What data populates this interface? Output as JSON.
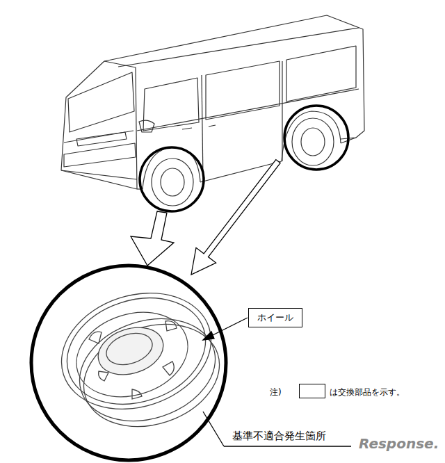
{
  "diagram": {
    "nodes": [
      {
        "text": [
          "ホイール"
        ]
      }
    ],
    "labels": [
      "注)",
      "基準不適合発生箇所",
      "Response."
    ],
    "legend": [
      {
        "text": "は交換部品を示す。"
      }
    ]
  }
}
